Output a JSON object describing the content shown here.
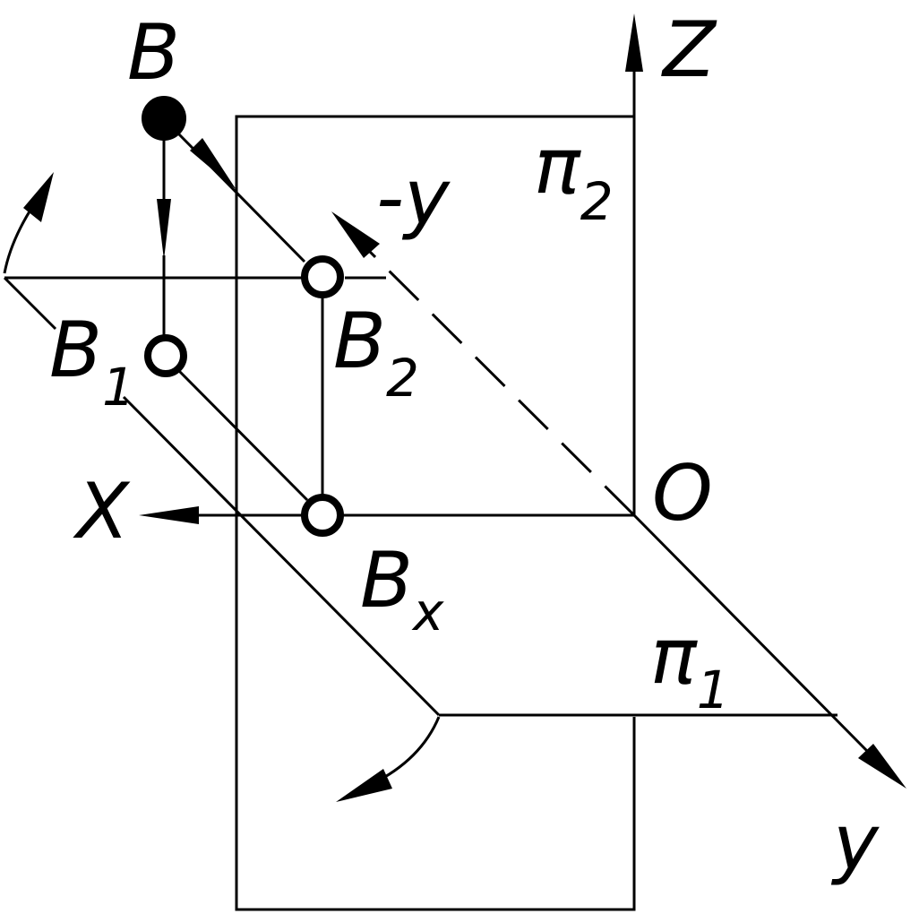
{
  "labels": {
    "point_B": "B",
    "point_B1_main": "B",
    "point_B1_sub": "1",
    "point_B2_main": "B",
    "point_B2_sub": "2",
    "point_Bx_main": "B",
    "point_Bx_sub": "x",
    "axis_z": "Z",
    "axis_x": "X",
    "axis_y": "y",
    "axis_neg_y": "-y",
    "origin": "O",
    "plane_pi2_main": "π",
    "plane_pi2_sub": "2",
    "plane_pi1_main": "π",
    "plane_pi1_sub": "1"
  },
  "colors": {
    "ink": "#000000",
    "background": "#ffffff"
  }
}
